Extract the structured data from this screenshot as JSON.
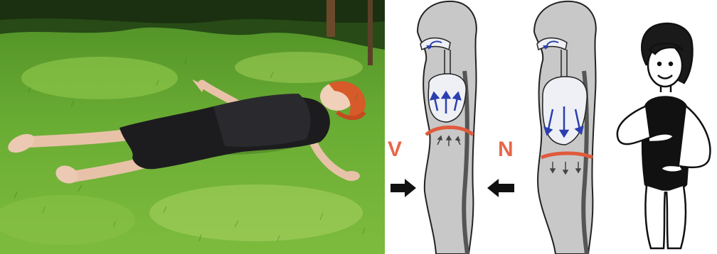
{
  "photo": {
    "subject": "person-lying-on-lawn",
    "colors": {
      "grass": "#5aa02c",
      "grass_light": "#9ccc55",
      "shade": "#274a16",
      "clothing": "#1c1c1e",
      "skin": "#e8c2a8",
      "hair": "#d65a2a"
    }
  },
  "diagram": {
    "labels": {
      "v": "V",
      "n": "N"
    },
    "colors": {
      "body": "#c8c8c8",
      "lung": "#eef0f6",
      "diaphragm": "#e05a3c",
      "arrow_air": "#2b3fb0",
      "spine": "#555555",
      "outline": "#222222",
      "label": "#e8674a"
    },
    "icons": [
      "arrow-right-icon",
      "arrow-left-icon"
    ]
  }
}
